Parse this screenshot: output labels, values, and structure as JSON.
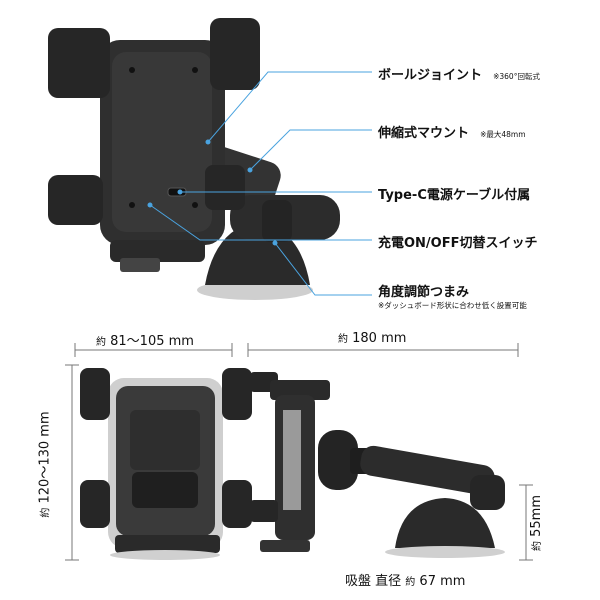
{
  "callouts": [
    {
      "title": "ボールジョイント",
      "note": "※360°回転式"
    },
    {
      "title": "伸縮式マウント",
      "note": "※最大48mm"
    },
    {
      "title": "Type-C電源ケーブル付属",
      "note": ""
    },
    {
      "title": "充電ON/OFF切替スイッチ",
      "note": ""
    },
    {
      "title": "角度調節つまみ",
      "note": "",
      "sub": "※ダッシュボード形状に合わせ低く設置可能"
    }
  ],
  "dimensions": {
    "width": {
      "prefix": "約",
      "value": "81〜105 mm"
    },
    "depth": {
      "prefix": "約",
      "value": "180 mm"
    },
    "height": {
      "prefix": "約",
      "value": "120〜130 mm"
    },
    "base_height": {
      "prefix": "約",
      "value": "55mm"
    },
    "suction": {
      "label": "吸盤 直径",
      "prefix": "約",
      "value": "67 mm"
    }
  },
  "colors": {
    "accent_line": "#4aa3df",
    "body": "#2b2b2b",
    "body_light": "#3d3d3d"
  }
}
